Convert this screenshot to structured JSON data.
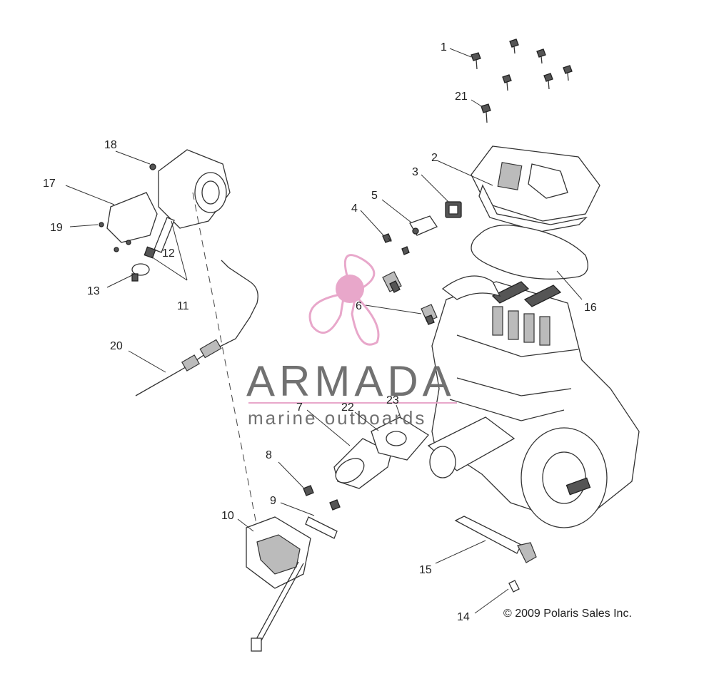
{
  "watermark": {
    "title": "ARMADA",
    "subtitle": "marine outboards",
    "accent_color": "#e7a3c8"
  },
  "copyright": "© 2009 Polaris Sales Inc.",
  "callouts": {
    "c1": "1",
    "c2": "2",
    "c3": "3",
    "c4": "4",
    "c5": "5",
    "c6": "6",
    "c7": "7",
    "c8": "8",
    "c9": "9",
    "c10": "10",
    "c11": "11",
    "c12": "12",
    "c13": "13",
    "c14": "14",
    "c15": "15",
    "c16": "16",
    "c17": "17",
    "c18": "18",
    "c19": "19",
    "c20": "20",
    "c21": "21",
    "c22": "22",
    "c23": "23"
  }
}
